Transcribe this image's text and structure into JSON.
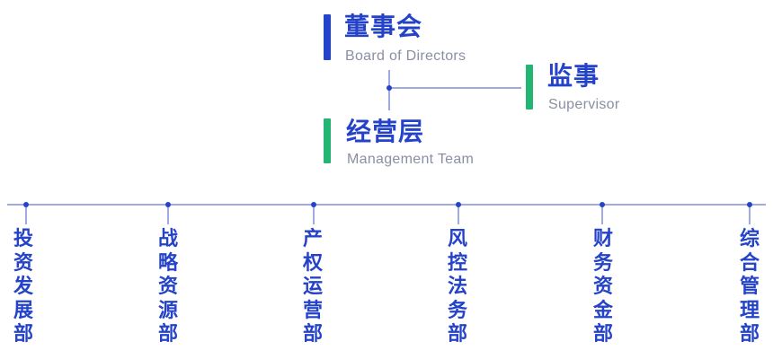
{
  "colors": {
    "primary": "#2443c9",
    "accent_bar_board": "#2443c9",
    "accent_bar_green": "#22b573",
    "line": "#7f8dd6",
    "english_text": "#8a8fa3"
  },
  "board": {
    "title": "董事会",
    "subtitle": "Board of Directors"
  },
  "supervisor": {
    "title": "监事",
    "subtitle": "Supervisor"
  },
  "management": {
    "title": "经营层",
    "subtitle": "Management Team"
  },
  "departments": [
    {
      "name": "投资发展部"
    },
    {
      "name": "战略资源部"
    },
    {
      "name": "产权运营部"
    },
    {
      "name": "风控法务部"
    },
    {
      "name": "财务资金部"
    },
    {
      "name": "综合管理部"
    }
  ]
}
